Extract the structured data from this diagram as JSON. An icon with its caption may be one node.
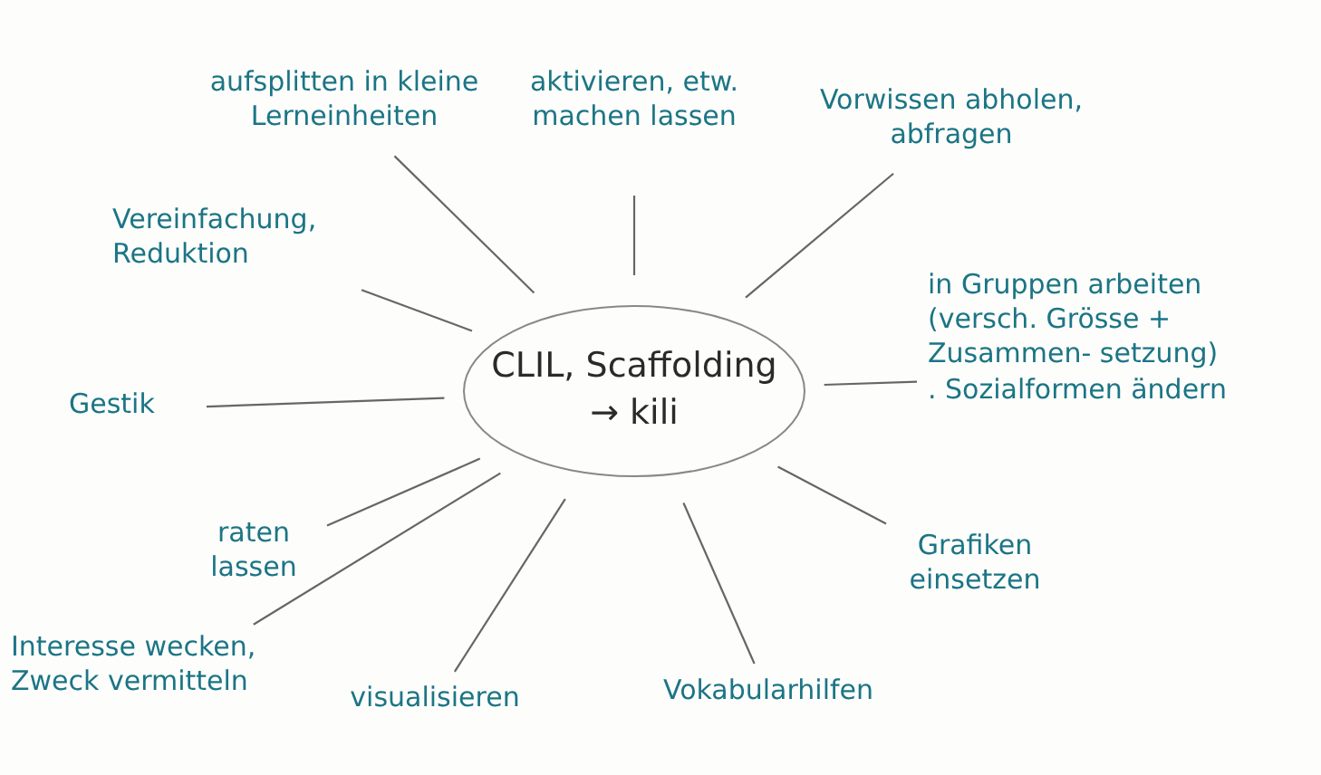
{
  "diagram": {
    "nodes": [
      {
        "text": [
          "CLIL, Scaffolding",
          "→ kili"
        ]
      },
      {
        "text": [
          "Vereinfachung, Reduktion"
        ]
      },
      {
        "text": [
          "aufsplitten in kleine Lerneinheiten"
        ]
      },
      {
        "text": [
          "aktivieren, etw. machen lassen"
        ]
      },
      {
        "text": [
          "Vorwissen abholen, abfragen"
        ]
      },
      {
        "text": [
          "in Gruppen arbeiten (versch. Grösse + Zusammen- setzung)",
          ". Sozialformen ändern"
        ]
      },
      {
        "text": [
          "Gestik"
        ]
      },
      {
        "text": [
          "raten lassen"
        ]
      },
      {
        "text": [
          "Interesse wecken, Zweck vermitteln"
        ]
      },
      {
        "text": [
          "visualisieren"
        ]
      },
      {
        "text": [
          "Vokabularhilfen"
        ]
      },
      {
        "text": [
          "Grafiken einsetzen"
        ]
      }
    ],
    "edges": [
      {
        "from": 0,
        "to": 1,
        "arrow": "none"
      },
      {
        "from": 0,
        "to": 2,
        "arrow": "none"
      },
      {
        "from": 0,
        "to": 3,
        "arrow": "none"
      },
      {
        "from": 0,
        "to": 4,
        "arrow": "none"
      },
      {
        "from": 0,
        "to": 5,
        "arrow": "none"
      },
      {
        "from": 0,
        "to": 6,
        "arrow": "none"
      },
      {
        "from": 0,
        "to": 7,
        "arrow": "none"
      },
      {
        "from": 0,
        "to": 8,
        "arrow": "none"
      },
      {
        "from": 0,
        "to": 9,
        "arrow": "none"
      },
      {
        "from": 0,
        "to": 10,
        "arrow": "none"
      },
      {
        "from": 0,
        "to": 11,
        "arrow": "none"
      }
    ]
  }
}
